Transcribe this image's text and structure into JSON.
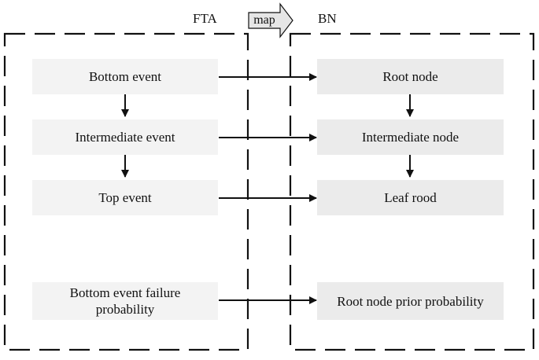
{
  "headers": {
    "fta": "FTA",
    "bn": "BN",
    "map": "map"
  },
  "fta_nodes": [
    {
      "id": "bottom",
      "label": "Bottom event"
    },
    {
      "id": "intermediate",
      "label": "Intermediate event"
    },
    {
      "id": "top",
      "label": "Top event"
    },
    {
      "id": "failure",
      "label": "Bottom event failure probability"
    }
  ],
  "bn_nodes": [
    {
      "id": "root",
      "label": "Root node"
    },
    {
      "id": "intermediate",
      "label": "Intermediate node"
    },
    {
      "id": "leaf",
      "label": "Leaf rood"
    },
    {
      "id": "prior",
      "label": "Root node prior probability"
    }
  ]
}
